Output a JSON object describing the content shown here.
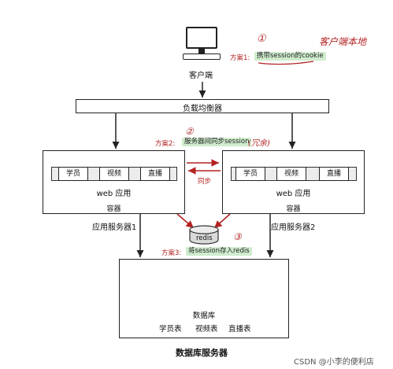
{
  "client": {
    "label": "客户端"
  },
  "load_balancer": {
    "label": "负载均衡器"
  },
  "plans": [
    {
      "number_mark": "①",
      "prefix": "方案1:",
      "text": "携带session的cookie",
      "note": "客户端本地"
    },
    {
      "number_mark": "②",
      "prefix": "方案2:",
      "text": "服务器间同步session",
      "note": "(冗余)"
    },
    {
      "number_mark": "③",
      "prefix": "方案3:",
      "text": "将session存入redis"
    }
  ],
  "servers": [
    {
      "label": "应用服务器1",
      "container_label": "容器",
      "app_label": "web 应用",
      "modules": [
        "学员",
        "视频",
        "直播"
      ]
    },
    {
      "label": "应用服务器2",
      "container_label": "容器",
      "app_label": "web 应用",
      "modules": [
        "学员",
        "视频",
        "直播"
      ]
    }
  ],
  "sync_label": "同步",
  "redis_label": "redis",
  "database": {
    "db_label": "数据库",
    "tables": [
      "学员表",
      "视频表",
      "直播表"
    ],
    "server_label": "数据库服务器"
  },
  "watermark": "CSDN @小李的便利店",
  "colors": {
    "annotation_red": "#b22222",
    "highlight_green": "#cfeccd",
    "arrow_dark": "#222222"
  }
}
